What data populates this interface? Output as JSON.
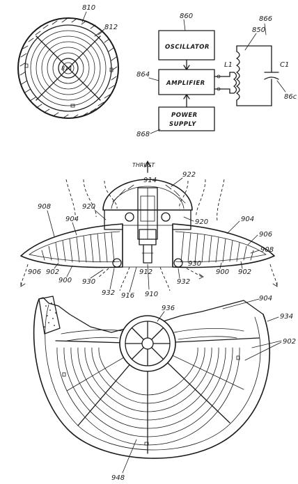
{
  "figure_top": {
    "labels": {
      "disk": "810",
      "rings": "812",
      "center": "814"
    }
  },
  "block_diagram": {
    "oscillator": {
      "label": "OSCILLATOR",
      "ref": "860"
    },
    "amplifier": {
      "label": "AMPLIFIER",
      "ref": "864"
    },
    "power_supply": {
      "label_line1": "POWER",
      "label_line2": "SUPPLY",
      "ref": "868"
    },
    "coil": {
      "ref_a": "850",
      "ref_b": "866",
      "l1": "L1",
      "c1": "C1",
      "c1_ref": "86c"
    }
  },
  "figure_middle": {
    "thrust": "THRUST",
    "labels": {
      "top_a": "914",
      "top_b": "922",
      "left_upper": "908",
      "left_mid": "904",
      "left_920": "920",
      "right_920": "920",
      "right_904": "904",
      "right_906": "906",
      "right_908": "908",
      "bl_906": "906",
      "bl_902": "902",
      "bl_900": "900",
      "bl_930": "930",
      "b_932": "932",
      "b_916": "916",
      "b_912": "912",
      "b_910": "910",
      "br_932": "932",
      "br_930": "930",
      "br_900": "900",
      "br_902": "902"
    }
  },
  "figure_bottom": {
    "labels": {
      "top_904": "904",
      "center_936": "936",
      "right_934": "934",
      "right_902": "902",
      "bottom_948": "948"
    }
  }
}
